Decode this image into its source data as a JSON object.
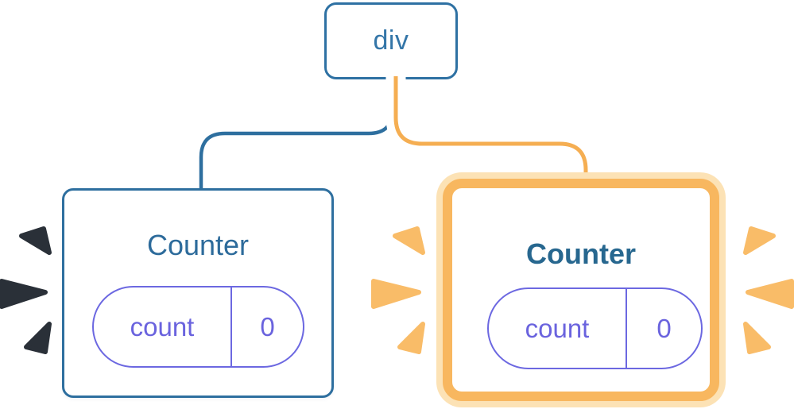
{
  "figure": {
    "root_node": {
      "label": "div"
    },
    "nodes": [
      {
        "id": "counter-left",
        "title": "Counter",
        "state": {
          "key": "count",
          "value": "0"
        },
        "highlighted": false
      },
      {
        "id": "counter-right",
        "title": "Counter",
        "state": {
          "key": "count",
          "value": "0"
        },
        "highlighted": true
      }
    ]
  },
  "colors": {
    "node_border_blue": "#2E71A3",
    "edge_blue": "#2E6F9F",
    "title_blue": "#2D6B9B",
    "title_blue_bold": "#27678F",
    "state_purple_border": "#6C68E1",
    "state_purple_text": "#6A63DE",
    "highlight_border_orange": "#F8B75F",
    "highlight_outer_ring": "#FCE2B5",
    "edge_orange_core": "#F5AE52",
    "burst_orange": "#F9BC68",
    "burst_dark": "#2A3038"
  }
}
